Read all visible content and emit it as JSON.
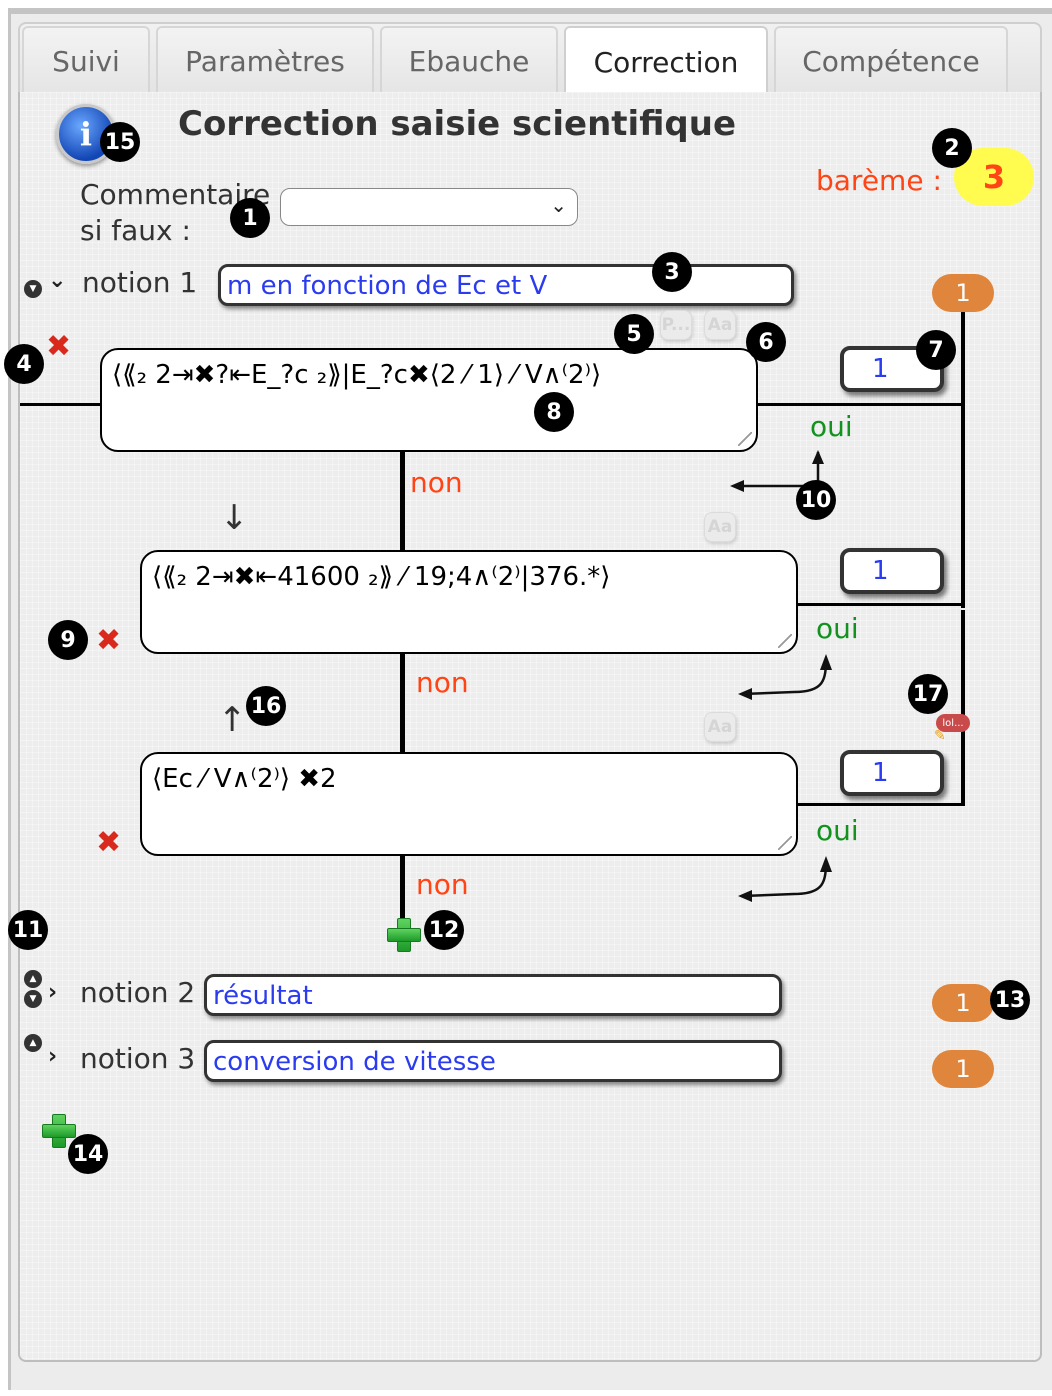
{
  "tabs": [
    {
      "label": "Suivi",
      "active": false
    },
    {
      "label": "Paramètres",
      "active": false
    },
    {
      "label": "Ebauche",
      "active": false
    },
    {
      "label": "Correction",
      "active": true
    },
    {
      "label": "Compétence",
      "active": false
    }
  ],
  "header": {
    "info_icon": "info-icon",
    "title": "Correction saisie scientifique",
    "comment_label_line1": "Commentaire",
    "comment_label_line2": "si faux :",
    "comment_select_value": "",
    "bareme_label": "barème :",
    "bareme_value": "3"
  },
  "notion1": {
    "label": "notion 1",
    "name": "m en fonction de Ec et V",
    "points": "1",
    "tool_buttons": [
      "P...",
      "Aa"
    ],
    "answers": [
      {
        "expression": "⟨⟪₂ 2⇥✖?⇤E_?c ₂⟫|E_?c✖⟨2 ⁄ 1⟩ ⁄ V∧⁽2⁾⟩",
        "score": "1",
        "yes_label": "oui",
        "no_label": "non"
      },
      {
        "expression": "⟨⟪₂ 2⇥✖⇤41600 ₂⟫ ⁄ 19;4∧⁽2⁾|376.*⟩",
        "score": "1",
        "yes_label": "oui",
        "no_label": "non"
      },
      {
        "expression": "⟨Ec ⁄ V∧⁽2⁾⟩ ✖2",
        "score": "1",
        "yes_label": "oui",
        "no_label": "non",
        "comment_tag": "lol..."
      }
    ],
    "ghost_button": "Aa"
  },
  "notion2": {
    "label": "notion 2",
    "name": "résultat",
    "points": "1"
  },
  "notion3": {
    "label": "notion 3",
    "name": "conversion de vitesse",
    "points": "1"
  },
  "markers": [
    "1",
    "2",
    "3",
    "4",
    "5",
    "6",
    "7",
    "8",
    "9",
    "10",
    "11",
    "12",
    "13",
    "14",
    "15",
    "16",
    "17"
  ],
  "colors": {
    "accent_orange": "#e0853c",
    "bareme_red": "#ff4516",
    "bareme_bg": "#fffb4f",
    "yes_green": "#13921f",
    "field_blue": "#2b3cf0"
  }
}
